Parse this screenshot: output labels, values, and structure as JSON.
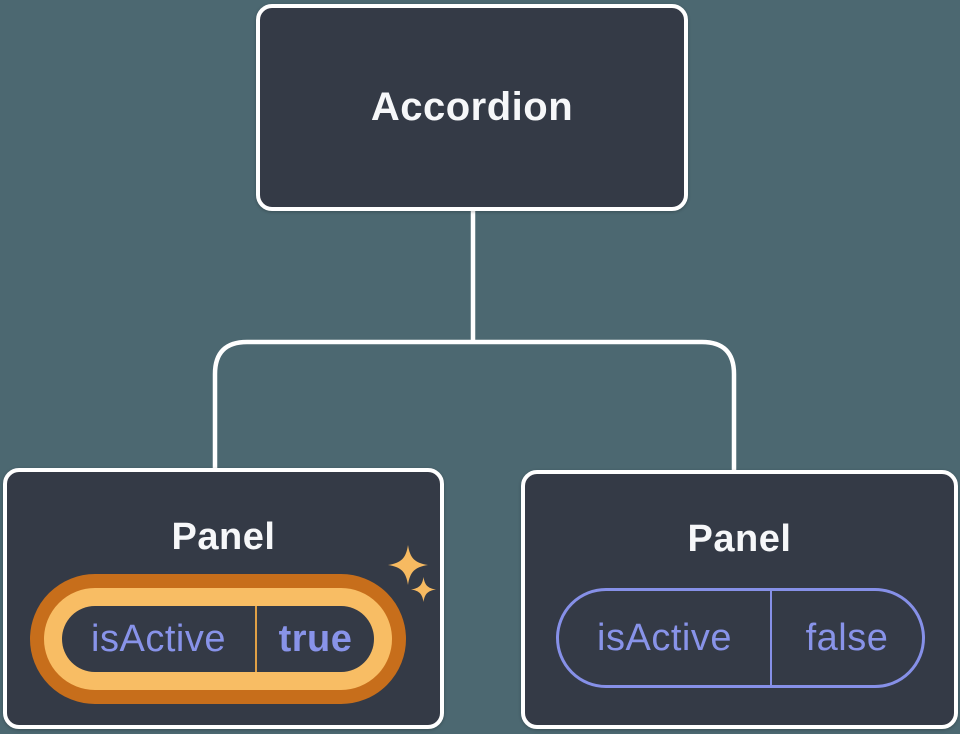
{
  "diagram": {
    "root": {
      "label": "Accordion"
    },
    "children": [
      {
        "label": "Panel",
        "state": {
          "key": "isActive",
          "value": "true"
        },
        "highlighted": true
      },
      {
        "label": "Panel",
        "state": {
          "key": "isActive",
          "value": "false"
        },
        "highlighted": false
      }
    ]
  },
  "icons": {
    "sparkle": "✦"
  },
  "colors": {
    "background": "#4C6871",
    "node_fill": "#343A46",
    "node_border": "#FFFFFF",
    "node_text": "#F6F7F9",
    "connector_line": "#FFFFFF",
    "state_text": "#8893E9",
    "inactive_pill_border": "#8690E8",
    "active_ring_outer": "#C76E1B",
    "active_ring_inner": "#F8BD64",
    "active_divider": "#E0A046",
    "sparkle": "#F7BA61"
  }
}
